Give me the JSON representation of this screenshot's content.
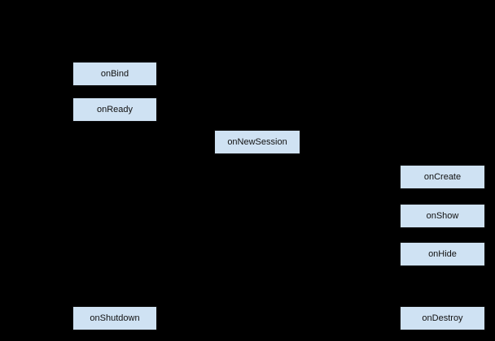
{
  "diagram": {
    "type": "lifecycle-flowchart",
    "colors": {
      "background": "#000000",
      "node_fill": "#cfe2f3",
      "node_border": "#0a0a0a",
      "node_text": "#111111"
    },
    "nodes": {
      "onbind": {
        "label": "onBind"
      },
      "onready": {
        "label": "onReady"
      },
      "onnewsession": {
        "label": "onNewSession"
      },
      "oncreate": {
        "label": "onCreate"
      },
      "onshow": {
        "label": "onShow"
      },
      "onhide": {
        "label": "onHide"
      },
      "onshutdown": {
        "label": "onShutdown"
      },
      "ondestroy": {
        "label": "onDestroy"
      }
    }
  }
}
